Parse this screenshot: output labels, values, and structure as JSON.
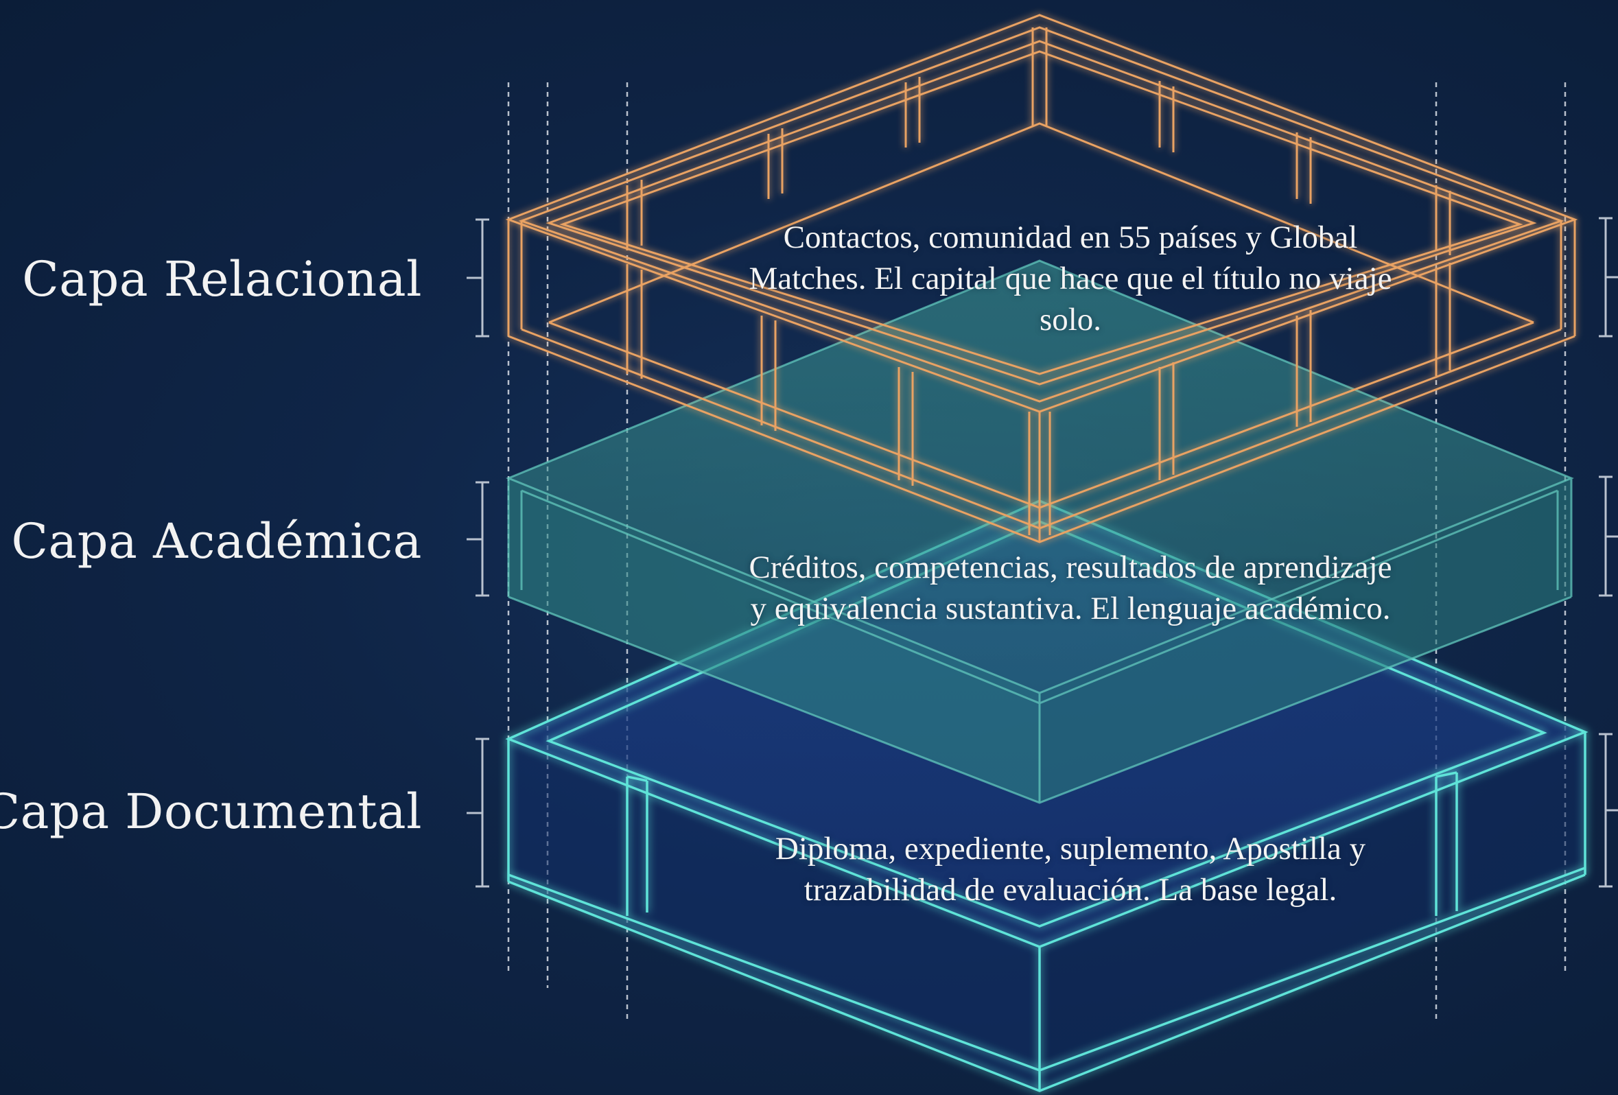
{
  "layers": [
    {
      "label": "Capa Relacional",
      "description": "Contactos, comunidad en 55 países y Global Matches. El capital que hace que el título no viaje solo.",
      "color": "#e9a263"
    },
    {
      "label": "Capa Académica",
      "description": "Créditos, competencias, resultados de aprendizaje y equivalencia sustantiva. El lenguaje académico.",
      "color": "#4fb3a8"
    },
    {
      "label": "Capa Documental",
      "description": "Diploma, expediente, suplemento, Apostilla y trazabilidad de evaluación. La base legal.",
      "color": "#5fe3d8"
    }
  ],
  "background_color": "#0f2547"
}
